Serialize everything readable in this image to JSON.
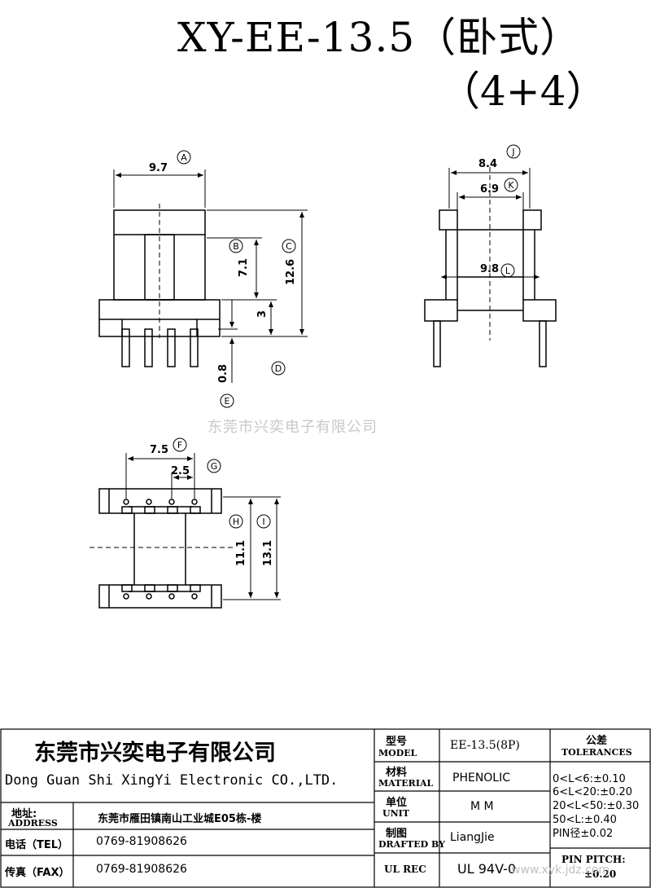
{
  "title": {
    "line1": "XY-EE-13.5（卧式）",
    "line2": "（4+4）"
  },
  "dimensions": {
    "A": {
      "value": "9.7",
      "tag": "A"
    },
    "B": {
      "value": "7.1",
      "tag": "B"
    },
    "C": {
      "value": "12.6",
      "tag": "C"
    },
    "D": {
      "value": "3",
      "tag": "D"
    },
    "E": {
      "value": "0.8",
      "tag": "E"
    },
    "F": {
      "value": "7.5",
      "tag": "F"
    },
    "G": {
      "value": "2.5",
      "tag": "G"
    },
    "H": {
      "value": "11.1",
      "tag": "H"
    },
    "I": {
      "value": "13.1",
      "tag": "I"
    },
    "J": {
      "value": "8.4",
      "tag": "J"
    },
    "K": {
      "value": "6.9",
      "tag": "K"
    },
    "L": {
      "value": "9.8",
      "tag": "L"
    }
  },
  "watermark": "东莞市兴奕电子有限公司",
  "site": "www.xyk.jdz.com",
  "titleblock": {
    "company_cn": "东莞市兴奕电子有限公司",
    "company_en": "Dong Guan Shi XingYi Electronic CO.,LTD.",
    "address_label_cn": "地址:",
    "address_label_en": "ADDRESS",
    "address": "东莞市雁田镇南山工业城E05栋-楼",
    "tel_label": "电话（TEL）",
    "tel": "0769-81908626",
    "fax_label": "传真（FAX）",
    "fax": "0769-81908626",
    "model_label_cn": "型号",
    "model_label_en": "MODEL",
    "model": "EE-13.5(8P)",
    "material_label_cn": "材料",
    "material_label_en": "MATERIAL",
    "material": "PHENOLIC",
    "unit_label_cn": "单位",
    "unit_label_en": "UNIT",
    "unit": "M M",
    "drafted_label_cn": "制图",
    "drafted_label_en": "DRAFTED BY",
    "drafted": "LiangJie",
    "ulrec_label": "UL REC",
    "ulrec": "UL 94V-0",
    "tol_label_cn": "公差",
    "tol_label_en": "TOLERANCES",
    "tol_lines": [
      "0<L<6:±0.10",
      "6<L<20:±0.20",
      "20<L<50:±0.30",
      "50<L:±0.40",
      "PIN径±0.02"
    ],
    "pitch_label": "PIN PITCH:",
    "pitch": "±0.20"
  }
}
